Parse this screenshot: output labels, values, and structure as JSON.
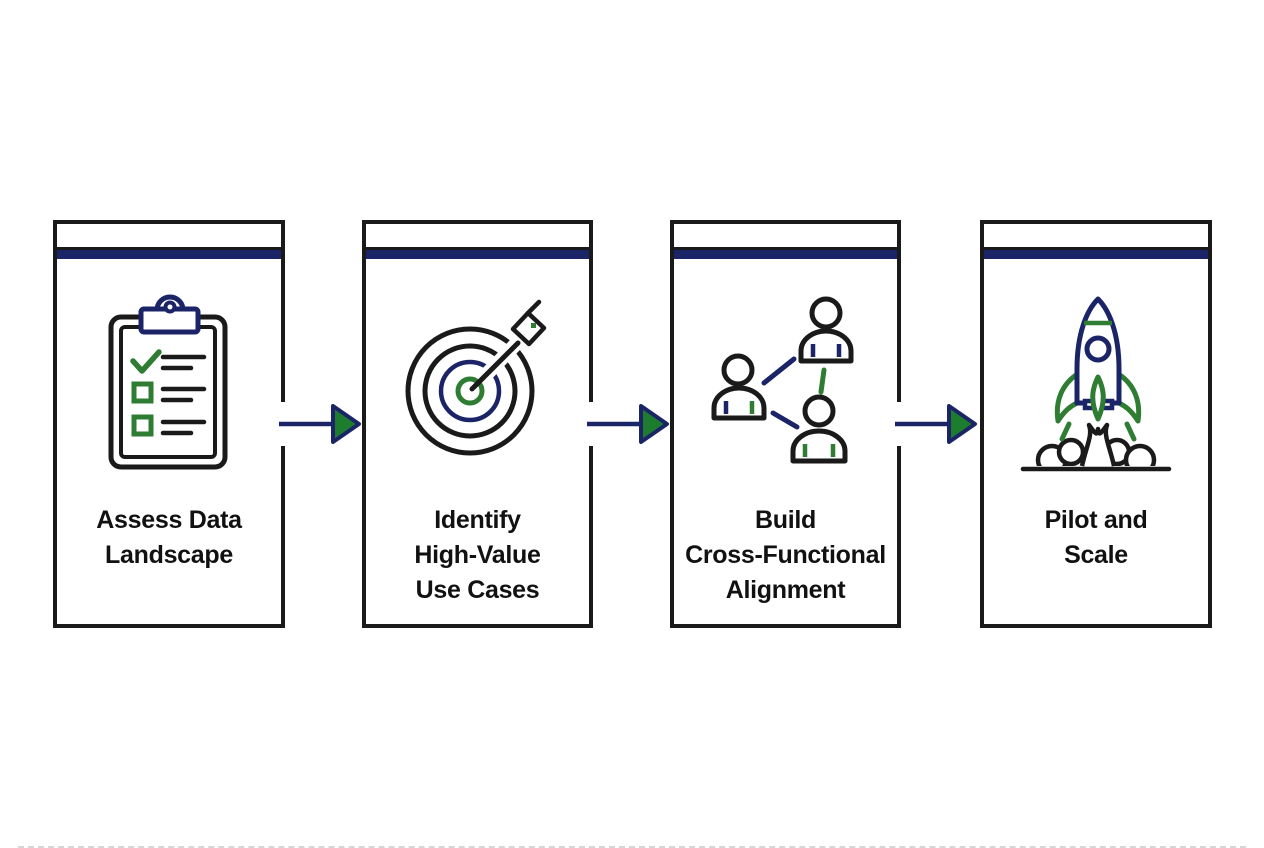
{
  "diagram": {
    "type": "process-flow",
    "description": "Four-step horizontal process flow with icon cards connected by arrows"
  },
  "colors": {
    "navy": "#1b2467",
    "green": "#2e7d32",
    "arrow_fill_green": "#1e7c2f",
    "outline_black": "#1a1a1a",
    "text": "#111111",
    "background": "#ffffff"
  },
  "steps": [
    {
      "icon": "clipboard-checklist-icon",
      "lines": [
        "Assess Data",
        "Landscape"
      ]
    },
    {
      "icon": "target-arrow-icon",
      "lines": [
        "Identify",
        "High-Value",
        "Use Cases"
      ]
    },
    {
      "icon": "people-network-icon",
      "lines": [
        "Build",
        "Cross-Functional",
        "Alignment"
      ]
    },
    {
      "icon": "rocket-launch-icon",
      "lines": [
        "Pilot and",
        "Scale"
      ]
    }
  ],
  "connectors": [
    {
      "name": "arrow-1",
      "from": "step-1",
      "to": "step-2"
    },
    {
      "name": "arrow-2",
      "from": "step-2",
      "to": "step-3"
    },
    {
      "name": "arrow-3",
      "from": "step-3",
      "to": "step-4"
    }
  ]
}
